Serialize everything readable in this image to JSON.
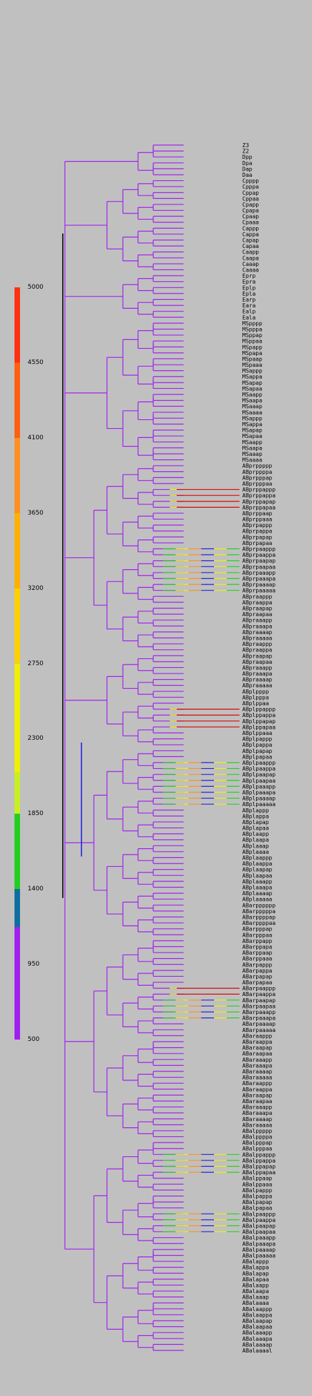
{
  "chart_data": {
    "type": "dendrogram",
    "title": "",
    "legend": {
      "placement": "left",
      "ticks": [
        "5000",
        "4550",
        "4100",
        "3650",
        "3200",
        "2750",
        "2300",
        "1850",
        "1400",
        "950",
        "500"
      ],
      "bands": [
        {
          "from": 500,
          "to": 1175,
          "color": "#a020f0"
        },
        {
          "from": 1175,
          "to": 1400,
          "color": "#0e6ea0"
        },
        {
          "from": 1400,
          "to": 1850,
          "color": "#20d020"
        },
        {
          "from": 1850,
          "to": 2100,
          "color": "#c8f020"
        },
        {
          "from": 2100,
          "to": 2750,
          "color": "#f0f000"
        },
        {
          "from": 2750,
          "to": 3200,
          "color": "#ffd000"
        },
        {
          "from": 3200,
          "to": 3650,
          "color": "#ffb000"
        },
        {
          "from": 3650,
          "to": 4100,
          "color": "#ff9020"
        },
        {
          "from": 4100,
          "to": 4550,
          "color": "#ff6010"
        },
        {
          "from": 4550,
          "to": 5000,
          "color": "#ff3010"
        }
      ]
    },
    "colors": {
      "tree": "#a020f0",
      "blue": "#2020e0",
      "long_branch": "#e00000",
      "root_line": "#000000"
    },
    "leaves": [
      "Z3",
      "Z2",
      "Dpp",
      "Dpa",
      "Dap",
      "Daa",
      "Cpppp",
      "Cpppa",
      "Cppap",
      "Cppaa",
      "Cpapp",
      "Cpapa",
      "Cpaap",
      "Cpaaa",
      "Cappp",
      "Cappa",
      "Capap",
      "Capaa",
      "Caapp",
      "Caapa",
      "Caaap",
      "Caaaa",
      "Eprp",
      "Epra",
      "Eplp",
      "Epla",
      "Earp",
      "Eara",
      "Ealp",
      "Eala",
      "MSpppp",
      "MSpppa",
      "MSppap",
      "MSppaa",
      "MSpapp",
      "MSpapa",
      "MSpaap",
      "MSpaaa",
      "MSappp",
      "MSappa",
      "MSapap",
      "MSapaa",
      "MSaapp",
      "MSaapa",
      "MSaaap",
      "MSaaaa",
      "MSappp",
      "MSappa",
      "MSapap",
      "MSapaa",
      "MSaapp",
      "MSaapa",
      "MSaaap",
      "MSaaaa",
      "ABprppppp",
      "ABprppppa",
      "ABprpppap",
      "ABprpppaa",
      "ABprppappp",
      "ABprppappa",
      "ABprppapap",
      "ABprppapaa",
      "ABprppaap",
      "ABprppaaa",
      "ABprpappp",
      "ABprpappa",
      "ABprpapap",
      "ABprpapaa",
      "ABprpaappp",
      "ABprpaappa",
      "ABprpaapap",
      "ABprpaapaa",
      "ABprpaaapp",
      "ABprpaaapa",
      "ABprpaaaap",
      "ABprpaaaaa",
      "ABpraappp",
      "ABpraappa",
      "ABpraapap",
      "ABpraapaa",
      "ABpraaapp",
      "ABpraaapa",
      "ABpraaaap",
      "ABpraaaaa",
      "ABpraappp",
      "ABpraappa",
      "ABpraapap",
      "ABpraapaa",
      "ABpraaapp",
      "ABpraaapa",
      "ABpraaaap",
      "ABpraaaaa",
      "ABplpppp",
      "ABplpppa",
      "ABplppaa",
      "ABplppappp",
      "ABplppappa",
      "ABplppapap",
      "ABplppapaa",
      "ABplppaaa",
      "ABplpappp",
      "ABplpappa",
      "ABplpapap",
      "ABplpapaa",
      "ABplpaappp",
      "ABplpaappa",
      "ABplpaapap",
      "ABplpaapaa",
      "ABplpaaapp",
      "ABplpaaapa",
      "ABplpaaaap",
      "ABplpaaaaa",
      "ABplappp",
      "ABplappa",
      "ABplapap",
      "ABplapaa",
      "ABplaapp",
      "ABplaapa",
      "ABplaaap",
      "ABplaaaa",
      "ABplaappp",
      "ABplaappa",
      "ABplaapap",
      "ABplaapaa",
      "ABplaaapp",
      "ABplaaapa",
      "ABplaaaap",
      "ABplaaaaa",
      "ABarpppppp",
      "ABarpppppa",
      "ABarppppap",
      "ABarppppaa",
      "ABarpppap",
      "ABarpppaa",
      "ABarppapp",
      "ABarppapa",
      "ABarppaap",
      "ABarppaaa",
      "ABarpappp",
      "ABarpappa",
      "ABarpapap",
      "ABarpapaa",
      "ABarpaappp",
      "ABarpaappa",
      "ABarpaapap",
      "ABarpaapaa",
      "ABarpaaapp",
      "ABarpaaapa",
      "ABarpaaaap",
      "ABarpaaaaa",
      "ABaraappp",
      "ABaraappa",
      "ABaraapap",
      "ABaraapaa",
      "ABaraaapp",
      "ABaraaapa",
      "ABaraaaap",
      "ABaraaaaa",
      "ABaraappp",
      "ABaraappa",
      "ABaraapap",
      "ABaraapaa",
      "ABaraaapp",
      "ABaraaapa",
      "ABaraaaap",
      "ABaraaaaa",
      "ABalppppp",
      "ABalppppa",
      "ABalpppap",
      "ABalpppaa",
      "ABalppappp",
      "ABalppappa",
      "ABalppapap",
      "ABalppapaa",
      "ABalppaap",
      "ABalppaaa",
      "ABalpappp",
      "ABalpappa",
      "ABalpapap",
      "ABalpapaa",
      "ABalpaappp",
      "ABalpaappa",
      "ABalpaapap",
      "ABalpaapaa",
      "ABalpaaapp",
      "ABalpaaapa",
      "ABalpaaaap",
      "ABalpaaaaa",
      "ABalappp",
      "ABalappa",
      "ABalapap",
      "ABalapaa",
      "ABalaapp",
      "ABalaapa",
      "ABalaaap",
      "ABalaaaa",
      "ABalaappp",
      "ABalaappa",
      "ABalaapap",
      "ABalaapaa",
      "ABalaaapp",
      "ABalaaapa",
      "ABalaaaap",
      "ABalaaaal"
    ],
    "extended_leaves": [
      "ABprppappp",
      "ABprppappa",
      "ABprppapap",
      "ABprppapaa",
      "ABplppappp",
      "ABplppappa",
      "ABplppapap",
      "ABplppapaa",
      "ABarpaappp",
      "ABarpaappa"
    ],
    "multicolor_leaves": [
      "ABprpaappp",
      "ABprpaappa",
      "ABprpaapap",
      "ABprpaapaa",
      "ABprpaaapp",
      "ABprpaaapa",
      "ABprpaaaap",
      "ABprpaaaaa",
      "ABplpaappp",
      "ABplpaappa",
      "ABplpaapap",
      "ABplpaapaa",
      "ABplpaaapp",
      "ABplpaaapa",
      "ABplpaaaap",
      "ABplpaaaaa",
      "ABarpaapap",
      "ABarpaapaa",
      "ABarpaaapp",
      "ABarpaaapa",
      "ABalppappp",
      "ABalppappa",
      "ABalppapap",
      "ABalppapaa",
      "ABalpaappp",
      "ABalpaappa",
      "ABalpaapap",
      "ABalpaapaa"
    ]
  }
}
